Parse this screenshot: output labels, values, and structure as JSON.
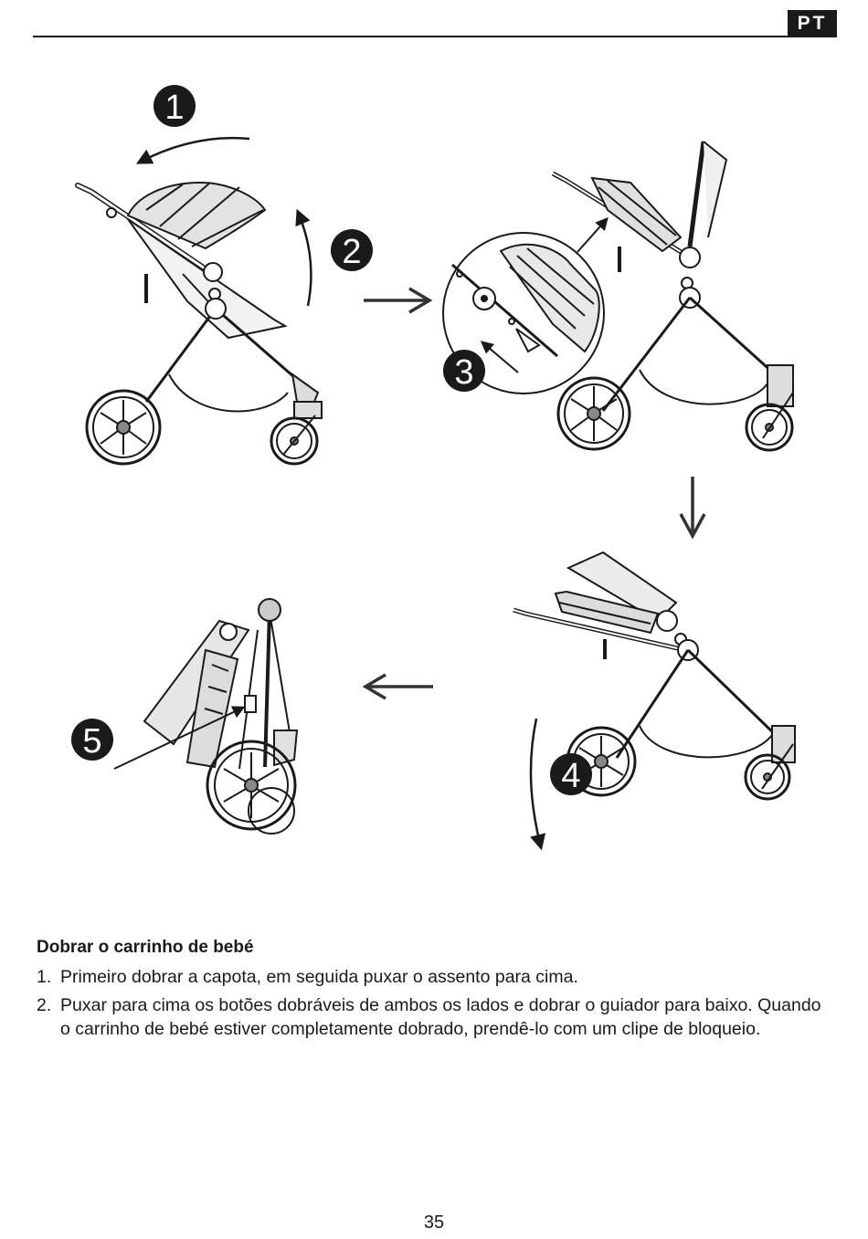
{
  "header": {
    "language": "PT"
  },
  "steps": [
    "1",
    "2",
    "3",
    "4",
    "5"
  ],
  "instructions": {
    "title": "Dobrar o carrinho de bebé",
    "items": [
      {
        "number": "1.",
        "text": "Primeiro dobrar a capota, em seguida puxar o assento para cima."
      },
      {
        "number": "2.",
        "text": "Puxar para cima os botões dobráveis de ambos os lados e dobrar o guiador para baixo. Quando o carrinho de bebé estiver completamente dobrado, prendê-lo com um clipe de bloqueio."
      }
    ]
  },
  "footer": {
    "page_number": "35"
  }
}
